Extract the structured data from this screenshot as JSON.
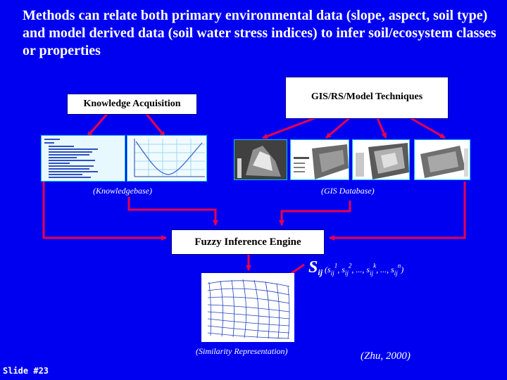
{
  "title": "Methods can relate both primary environmental data (slope, aspect, soil type) and model derived data (soil water stress indices) to infer soil/ecosystem classes or properties",
  "boxes": {
    "knowledge_acquisition": "Knowledge Acquisition",
    "gis_rs_model": "GIS/RS/Model Techniques",
    "fuzzy_engine": "Fuzzy Inference Engine"
  },
  "labels": {
    "knowledgebase": "(Knowledgebase)",
    "gis_database": "(GIS Database)",
    "similarity_representation": "(Similarity Representation)"
  },
  "similarity_vector": {
    "s": "S",
    "ij": "ij",
    "open": " (s",
    "sub1": "ij",
    "sup1": "1",
    "sep1": ", s",
    "sub2": "ij",
    "sup2": "2",
    "sep2": ", ..., s",
    "subk": "ij",
    "supk": "k",
    "sep3": ", ..., s",
    "subn": "ij",
    "supn": "n",
    "close": ")"
  },
  "citation": "(Zhu, 2000)",
  "slide_number": "Slide #23",
  "colors": {
    "background": "#0000f0",
    "arrow": "#e8004d",
    "box": "#ffffff",
    "thumb_border": "#00c8ff"
  },
  "icons": [
    "rule-list-thumbnail",
    "membership-curve-thumbnail",
    "terrain-map-thumbnail",
    "similarity-surface-thumbnail"
  ]
}
